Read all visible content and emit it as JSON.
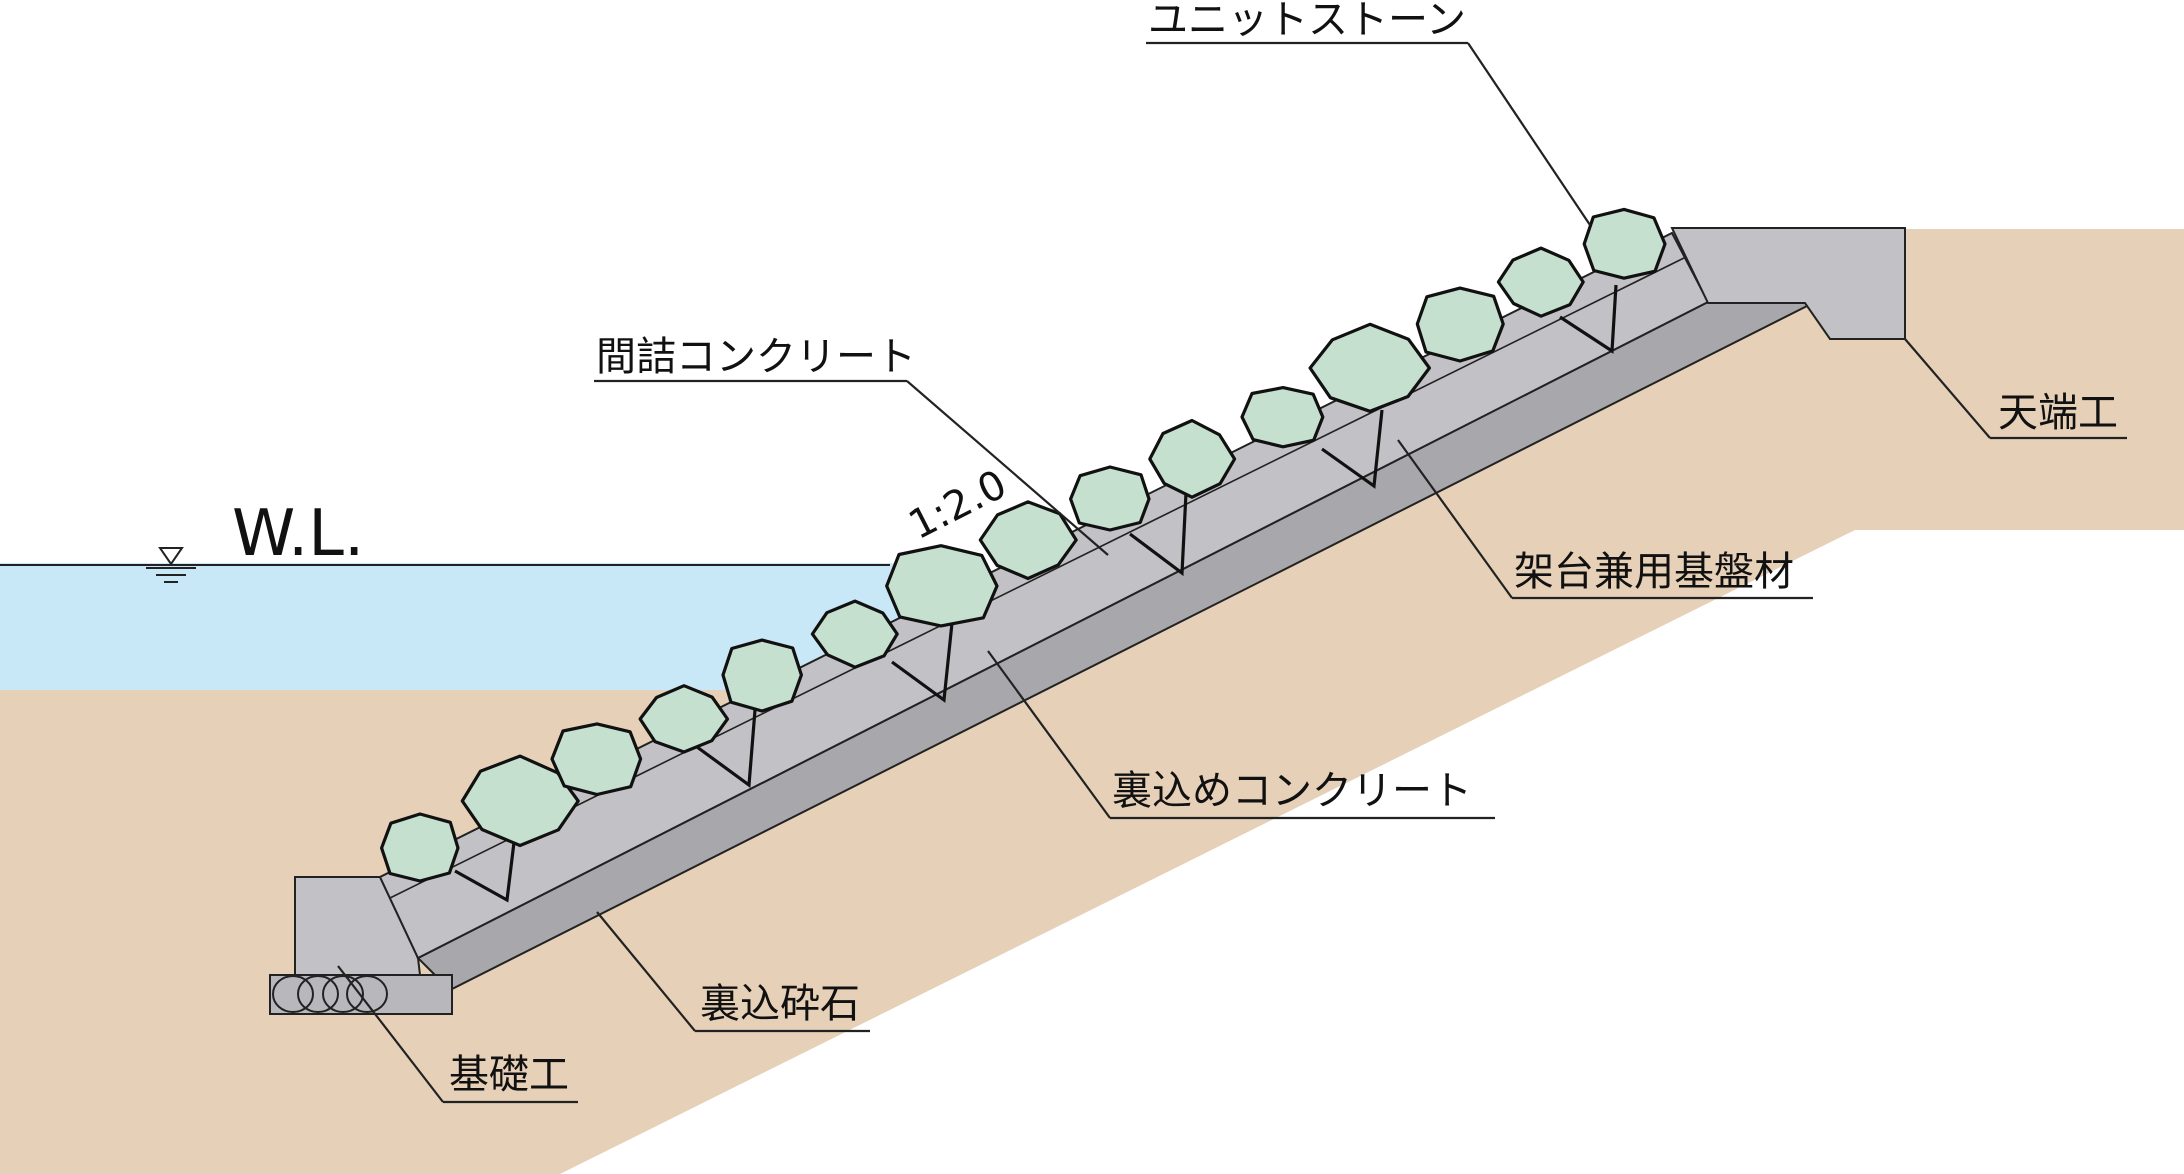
{
  "labels": {
    "unit_stone": "ユニットストーン",
    "joint_concrete": "間詰コンクリート",
    "crest_work": "天端工",
    "base_material": "架台兼用基盤材",
    "backfill_concrete": "裏込めコンクリート",
    "backfill_gravel": "裏込砕石",
    "foundation": "基礎工",
    "water_level": "W.L.",
    "slope_ratio": "1:2.0"
  },
  "icons": {
    "water_level_marker": "water-level-triangle-icon"
  },
  "colors": {
    "water": "#c9e8f7",
    "soil": "#e6d1b8",
    "concrete": "#c2c2c6",
    "gravel": "#a8a8ac",
    "stone": "#c6e0cf",
    "line": "#111111"
  }
}
